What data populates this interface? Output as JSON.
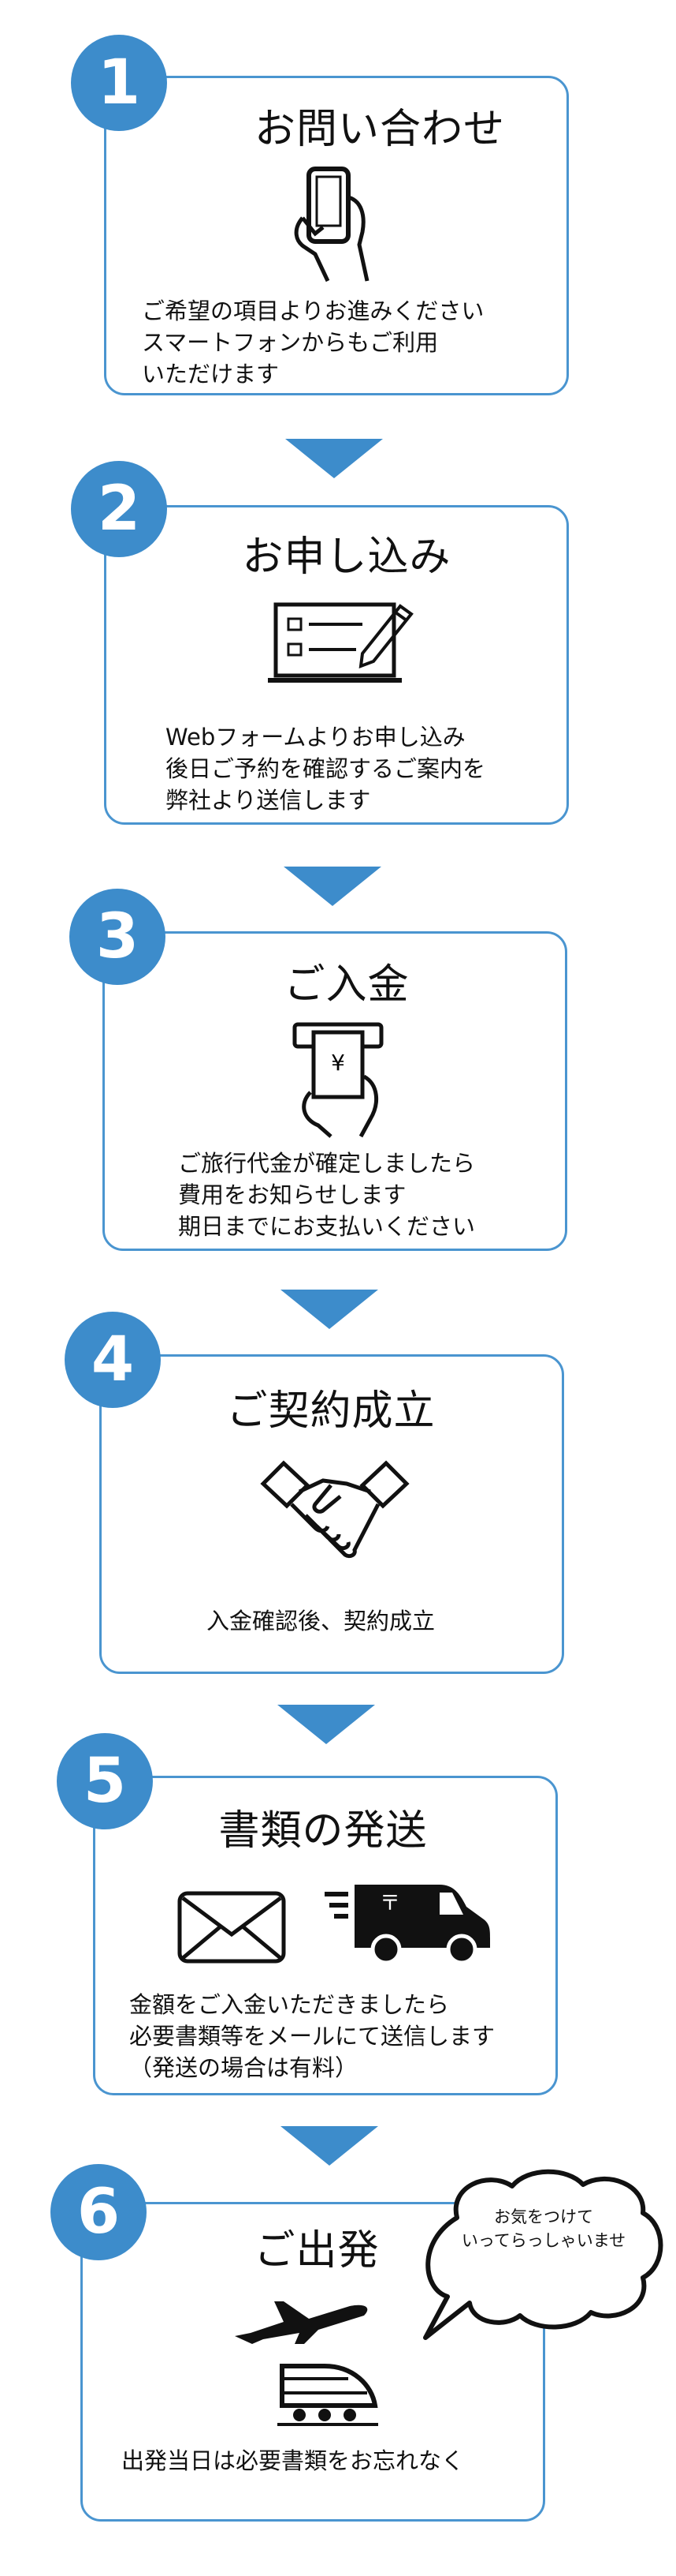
{
  "steps": [
    {
      "number": "1",
      "title": "お問い合わせ",
      "description": "ご希望の項目よりお進みください\nスマートフォンからもご利用\nいただけます",
      "icons": [
        "smartphone-hand-icon"
      ]
    },
    {
      "number": "2",
      "title": "お申し込み",
      "description": "Webフォームよりお申し込み\n後日ご予約を確認するご案内を\n弊社より送信します",
      "icons": [
        "laptop-form-pencil-icon"
      ]
    },
    {
      "number": "3",
      "title": "ご入金",
      "description": "ご旅行代金が確定しましたら\n費用をお知らせします\n期日までにお支払いください",
      "icons": [
        "atm-yen-hand-icon"
      ]
    },
    {
      "number": "4",
      "title": "ご契約成立",
      "description": "入金確認後、契約成立",
      "icons": [
        "handshake-icon"
      ]
    },
    {
      "number": "5",
      "title": "書類の発送",
      "description": "金額をご入金いただきましたら\n必要書類等をメールにて送信します\n（発送の場合は有料）",
      "icons": [
        "envelope-icon",
        "delivery-truck-icon"
      ]
    },
    {
      "number": "6",
      "title": "ご出発",
      "description": "出発当日は必要書類をお忘れなく",
      "icons": [
        "airplane-icon",
        "bullet-train-icon"
      ],
      "speech_bubble": "お気をつけて\nいってらっしゃいませ"
    }
  ],
  "colors": {
    "accent": "#3d8ccb",
    "card_border": "#4a95d0",
    "text": "#111111"
  }
}
